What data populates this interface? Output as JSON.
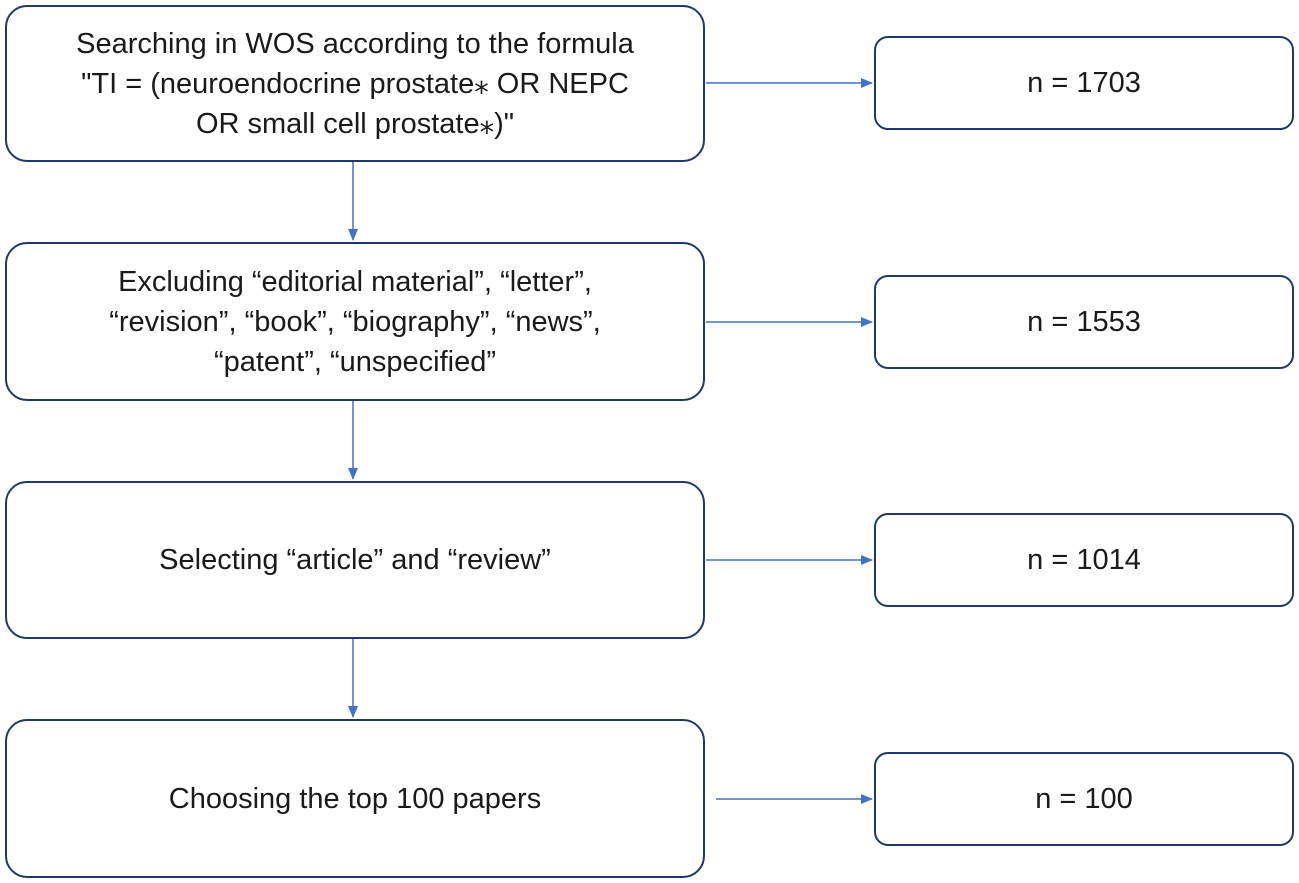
{
  "steps": [
    {
      "lines": [
        "Searching in WOS according to the formula",
        "\"TI = (neuroendocrine prostate⁎ OR NEPC",
        "OR small cell prostate⁎)\""
      ],
      "count": "n = 1703"
    },
    {
      "lines": [
        "Excluding “editorial material”, “letter”,",
        "“revision”, “book”, “biography”, “news”,",
        "“patent”, “unspecified”"
      ],
      "count": "n = 1553"
    },
    {
      "lines": [
        "Selecting “article” and “review”"
      ],
      "count": "n = 1014"
    },
    {
      "lines": [
        "Choosing the top 100 papers"
      ],
      "count": "n = 100"
    }
  ],
  "colors": {
    "box_border": "#1f3864",
    "arrow": "#4472c4"
  }
}
